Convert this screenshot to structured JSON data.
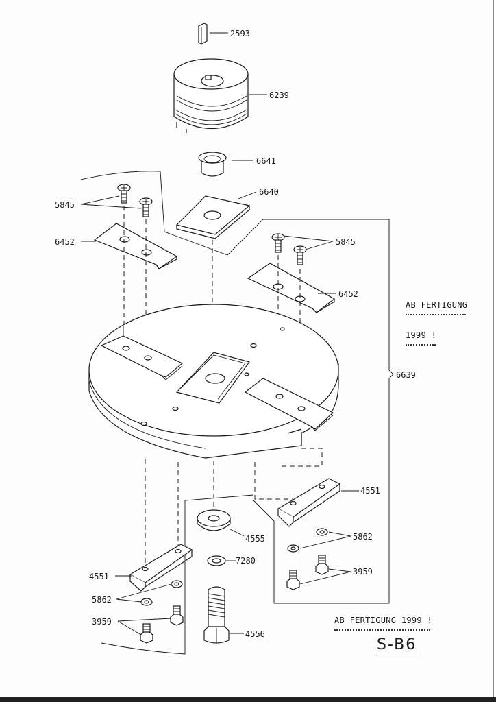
{
  "diagram": {
    "part_numbers": {
      "p2593": "2593",
      "p6239": "6239",
      "p6641": "6641",
      "p6640": "6640",
      "p5845_left": "5845",
      "p6452_left": "6452",
      "p5845_right": "5845",
      "p6452_right": "6452",
      "p6639": "6639",
      "p4551_right": "4551",
      "p4555": "4555",
      "p5862_right": "5862",
      "p7280": "7280",
      "p3959_right": "3959",
      "p4551_left": "4551",
      "p5862_left": "5862",
      "p3959_left": "3959",
      "p4556": "4556"
    },
    "notes": {
      "side_note_line1": "AB FERTIGUNG",
      "side_note_line2": "1999 !",
      "bottom_note": "AB FERTIGUNG 1999 !",
      "sheet_code": "S-B6"
    }
  }
}
